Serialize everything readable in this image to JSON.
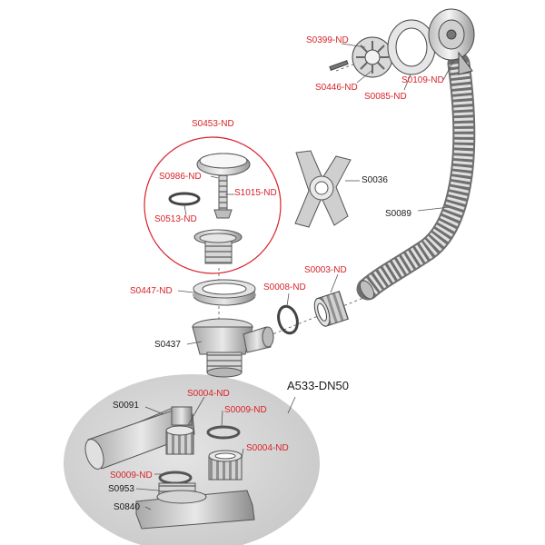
{
  "diagram": {
    "model_label": "A533-DN50",
    "label_color_highlight": "#d8232a",
    "label_color_default": "#1a1a1a",
    "labels": [
      {
        "id": "s0399",
        "text": "S0399-ND"
      },
      {
        "id": "s0446",
        "text": "S0446-ND"
      },
      {
        "id": "s0085",
        "text": "S0085-ND"
      },
      {
        "id": "s0109",
        "text": "S0109-ND"
      },
      {
        "id": "s0453",
        "text": "S0453-ND"
      },
      {
        "id": "s0986",
        "text": "S0986-ND"
      },
      {
        "id": "s1015",
        "text": "S1015-ND"
      },
      {
        "id": "s0513",
        "text": "S0513-ND"
      },
      {
        "id": "s0036",
        "text": "S0036"
      },
      {
        "id": "s0089",
        "text": "S0089"
      },
      {
        "id": "s0003",
        "text": "S0003-ND"
      },
      {
        "id": "s0008",
        "text": "S0008-ND"
      },
      {
        "id": "s0447",
        "text": "S0447-ND"
      },
      {
        "id": "s0437",
        "text": "S0437"
      },
      {
        "id": "s0091",
        "text": "S0091"
      },
      {
        "id": "s0004a",
        "text": "S0004-ND"
      },
      {
        "id": "s0009a",
        "text": "S0009-ND"
      },
      {
        "id": "s0004b",
        "text": "S0004-ND"
      },
      {
        "id": "s0009b",
        "text": "S0009-ND"
      },
      {
        "id": "s0953",
        "text": "S0953"
      },
      {
        "id": "s0840",
        "text": "S0840"
      }
    ]
  }
}
